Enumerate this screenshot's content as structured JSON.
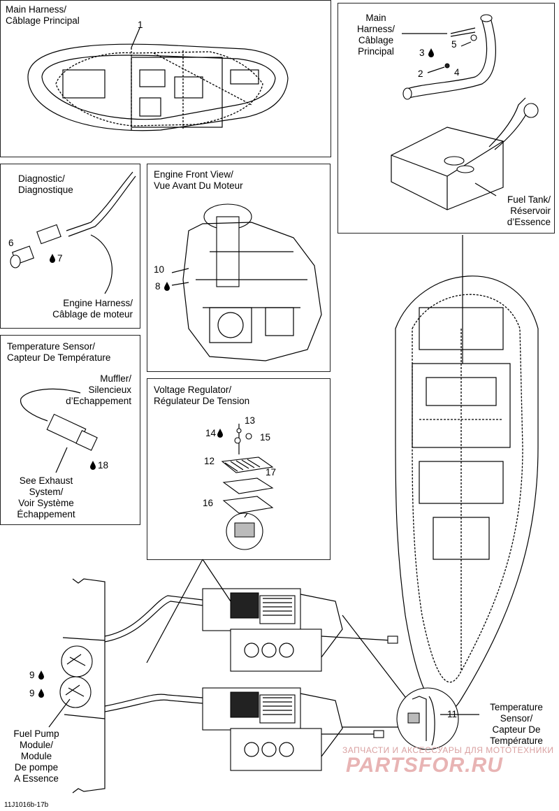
{
  "main_harness_panel": {
    "title_line1": "Main Harness/",
    "title_line2": "Câblage Principal",
    "callout_1": "1"
  },
  "fuel_tank_panel": {
    "main_harness_l1": "Main",
    "main_harness_l2": "Harness/",
    "main_harness_l3": "Câblage",
    "main_harness_l4": "Principal",
    "callout_2": "2",
    "callout_3": "3",
    "callout_4": "4",
    "callout_5": "5",
    "fuel_tank_l1": "Fuel Tank/",
    "fuel_tank_l2": "Réservoir",
    "fuel_tank_l3": "d’Essence"
  },
  "diagnostic_panel": {
    "diag_l1": "Diagnostic/",
    "diag_l2": "Diagnostique",
    "callout_6": "6",
    "callout_7": "7",
    "engine_harness_l1": "Engine Harness/",
    "engine_harness_l2": "Câblage de moteur"
  },
  "engine_front_panel": {
    "title_line1": "Engine Front View/",
    "title_line2": "Vue Avant Du Moteur",
    "callout_10": "10",
    "callout_8": "8"
  },
  "temp_sensor_panel": {
    "title_line1": "Temperature Sensor/",
    "title_line2": "Capteur De Température",
    "muffler_l1": "Muffler/",
    "muffler_l2": "Silencieux",
    "muffler_l3": "d’Echappement",
    "callout_18": "18",
    "exhaust_l1": "See Exhaust",
    "exhaust_l2": "System/",
    "exhaust_l3": "Voir Système",
    "exhaust_l4": "Échappement"
  },
  "voltage_regulator_panel": {
    "title_line1": "Voltage Regulator/",
    "title_line2": "Régulateur De Tension",
    "callout_13": "13",
    "callout_14": "14",
    "callout_15": "15",
    "callout_12": "12",
    "callout_17": "17",
    "callout_16": "16"
  },
  "lower_area": {
    "callout_9a": "9",
    "callout_9b": "9",
    "fuel_pump_l1": "Fuel Pump",
    "fuel_pump_l2": "Module/",
    "fuel_pump_l3": "Module",
    "fuel_pump_l4": "De pompe",
    "fuel_pump_l5": "A Essence",
    "callout_11": "11",
    "temp_l1": "Temperature",
    "temp_l2": "Sensor/",
    "temp_l3": "Capteur De",
    "temp_l4": "Température"
  },
  "watermark": {
    "line1": "ЗАПЧАСТИ И АКСЕССУАРЫ ДЛЯ МОТОТЕХНИКИ",
    "line2": "PARTSFOR.RU"
  },
  "diagram_code": "11J1016b-17b",
  "colors": {
    "line": "#000000",
    "watermark": "#d9a0a0",
    "background": "#ffffff"
  }
}
